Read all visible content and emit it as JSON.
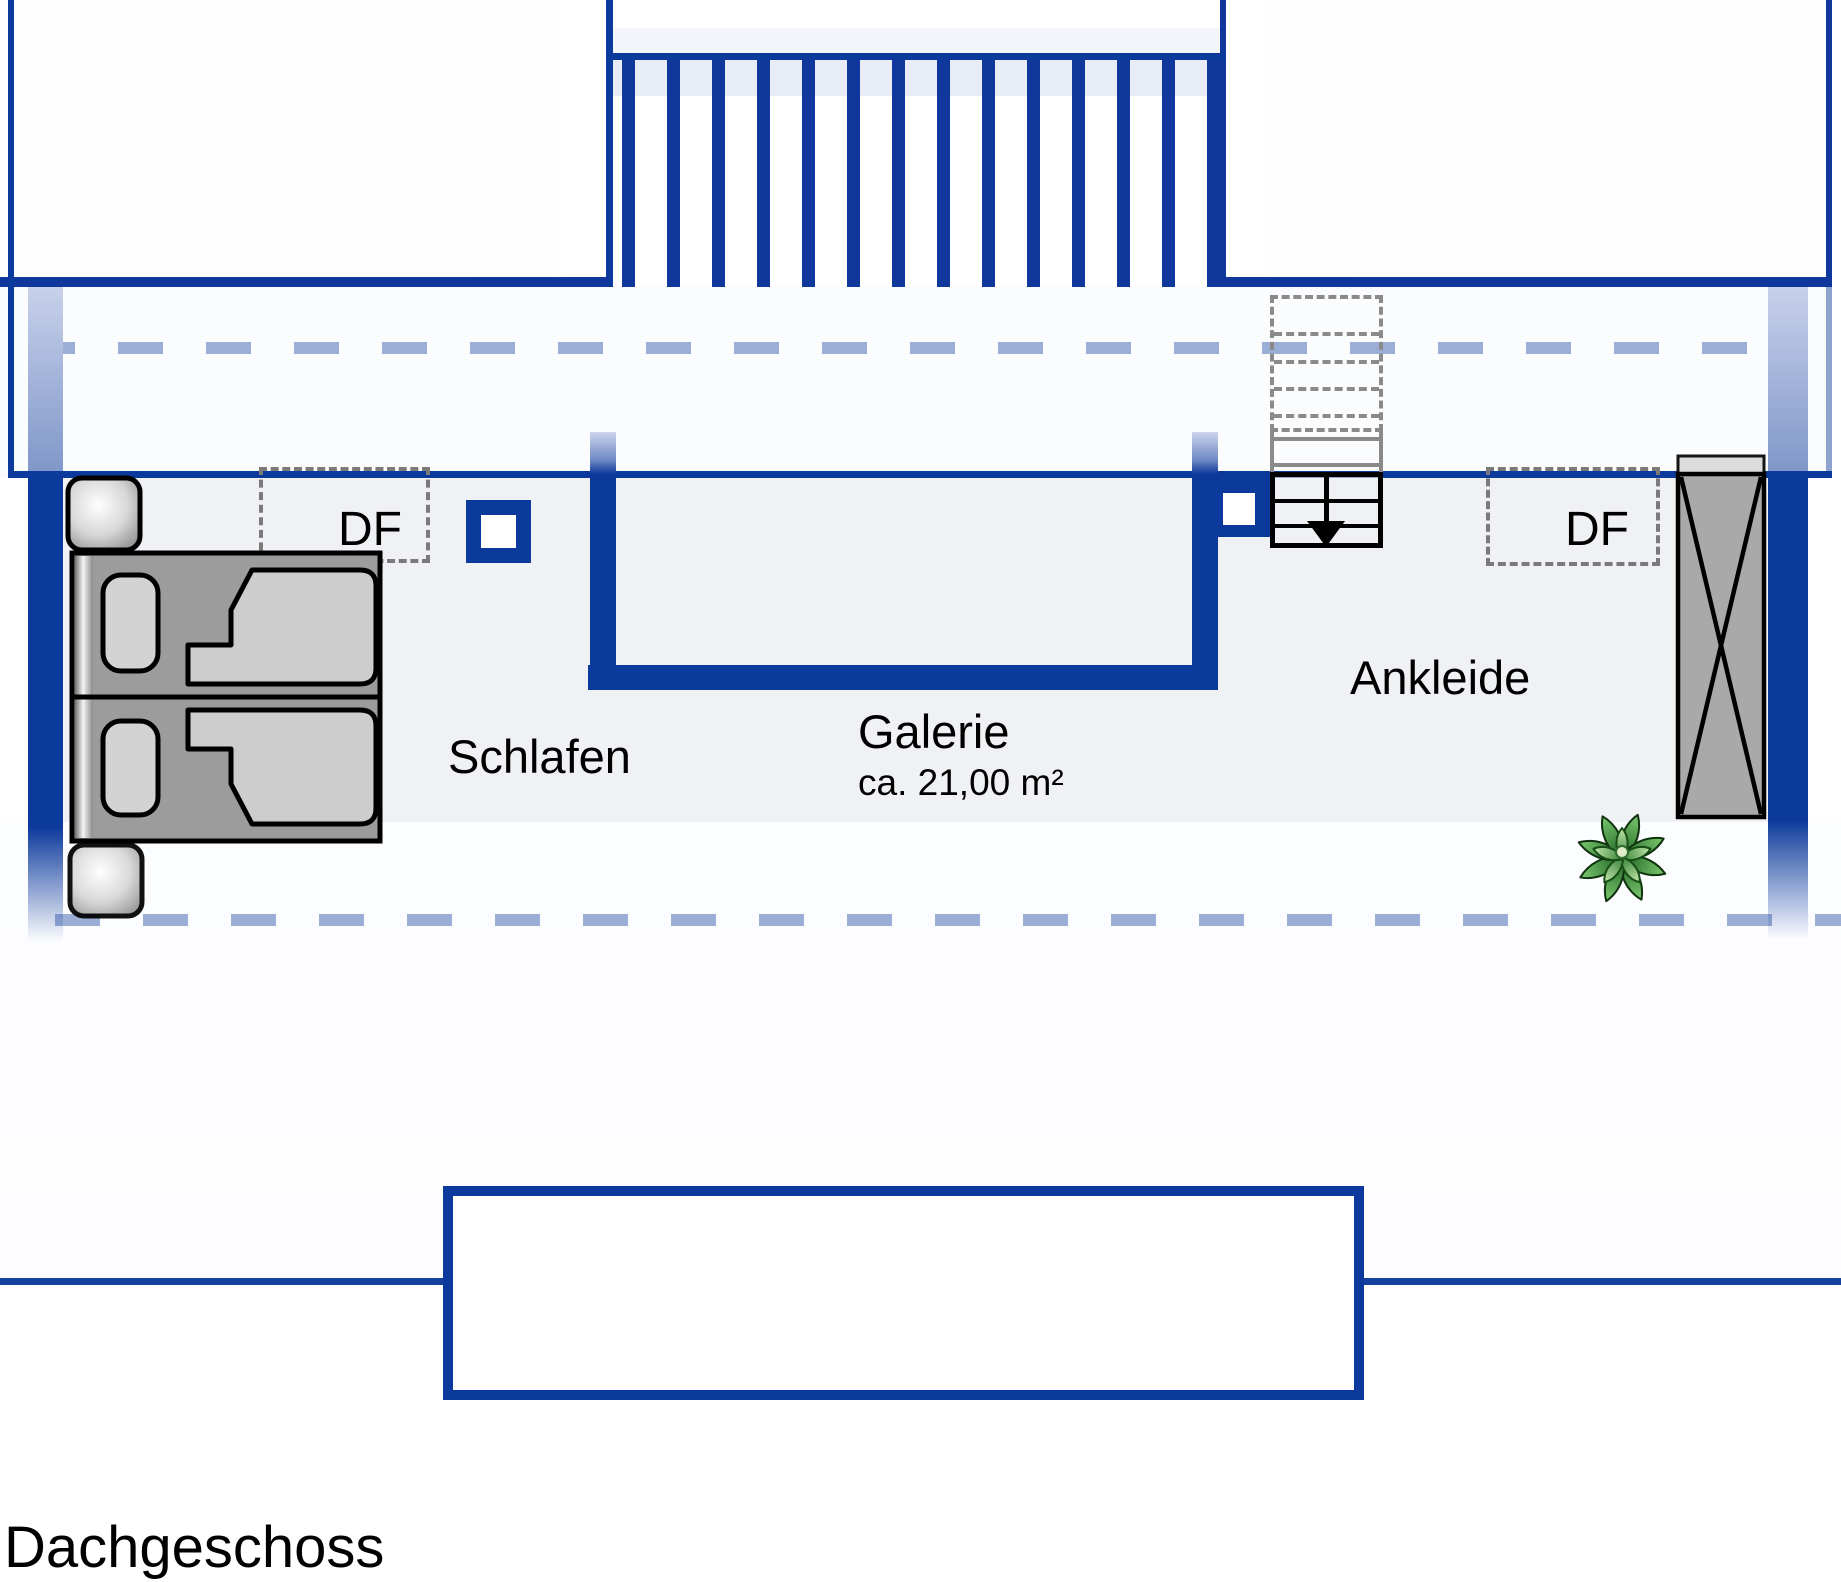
{
  "floor_plan": {
    "title": "Dachgeschoss",
    "rooms": [
      {
        "id": "schlafen",
        "label": "Schlafen"
      },
      {
        "id": "galerie",
        "label": "Galerie",
        "area": "ca. 21,00 m²"
      },
      {
        "id": "ankleide",
        "label": "Ankleide"
      }
    ],
    "roof_windows": {
      "left": "DF",
      "right": "DF"
    },
    "colors": {
      "wall_blue": "#0c3a9c",
      "roof_block_blue": "#10379c",
      "roof_stripe_upper": "#2d57a8",
      "roof_stripe_lower": "#16439f",
      "floor_gray": "#f0f1f4",
      "furniture_gray": "#9c9c9c",
      "dashed_gray": "#7a7a7a",
      "plant_green": "#4e9b47"
    }
  }
}
